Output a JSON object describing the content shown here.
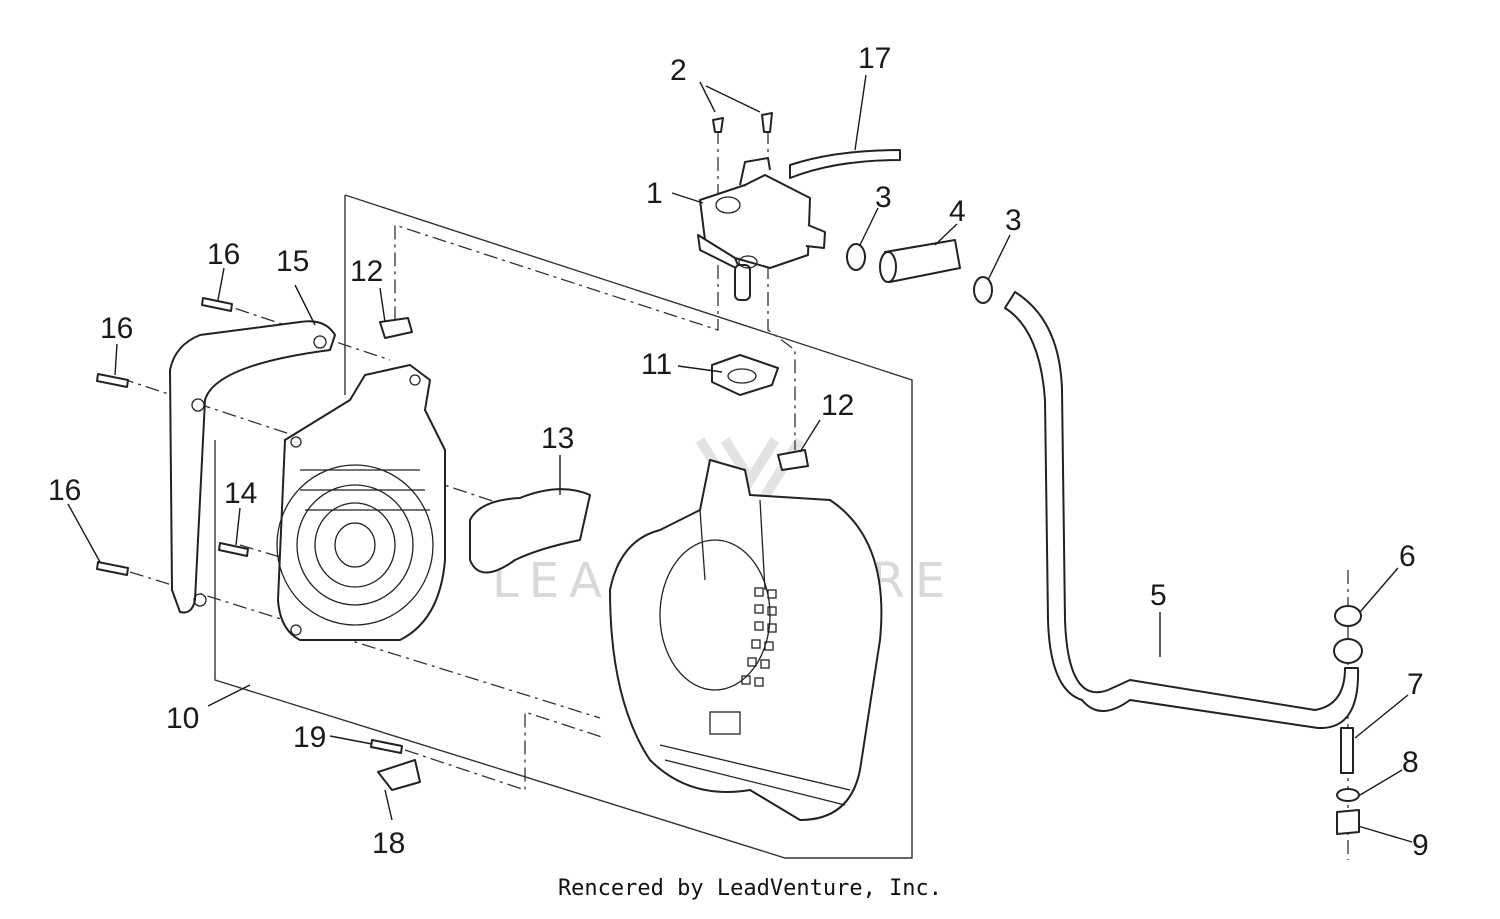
{
  "watermark": "LEADVENTURE",
  "credit": "Rencered by LeadVenture, Inc.",
  "callouts": [
    "1",
    "2",
    "3",
    "3",
    "4",
    "5",
    "6",
    "7",
    "8",
    "9",
    "10",
    "11",
    "12",
    "12",
    "13",
    "14",
    "15",
    "16",
    "16",
    "16",
    "17",
    "18",
    "19"
  ]
}
